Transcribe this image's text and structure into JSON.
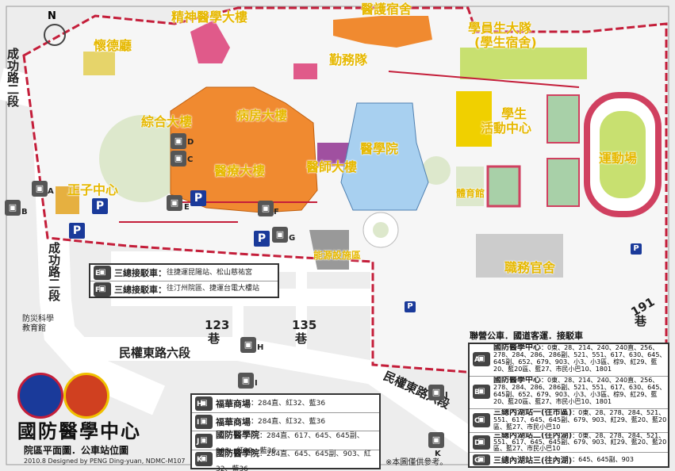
{
  "title": "國防醫學中心",
  "subtitle": "院區平面圖．公車站位圖",
  "credit": "2010.8 Designed by PENG Ding-yuan, NDMC-M107",
  "note": "※本圖僅供參考。",
  "north_label": "N",
  "buildings": {
    "psych": "精神醫學大樓",
    "dorm": "醫護宿舍",
    "cadet": "學員生大隊",
    "cadet_sub": "(學生宿舍)",
    "huaide": "懷德廳",
    "service": "勤務隊",
    "general": "綜合大樓",
    "ward": "病房大樓",
    "medical": "醫療大樓",
    "teacher": "醫師大樓",
    "school": "醫學院",
    "activity1": "學生",
    "activity2": "活動中心",
    "sports": "運動場",
    "zhengzi": "正子中心",
    "library_bld": "體育館",
    "officer": "職務官舍",
    "energy": "能源設施區"
  },
  "roads": {
    "chenggong_top": "成功路二段",
    "chenggong_bottom": "成功路二段",
    "minquan1": "民權東路六段",
    "minquan2": "民權東路六段",
    "lane123": "123",
    "lane135": "135",
    "lane_word": "巷",
    "lane191": "191",
    "lane_word2": "巷",
    "disaster": "防災科學",
    "disaster2": "教育館"
  },
  "stop_letters": [
    "A",
    "B",
    "C",
    "D",
    "E",
    "F",
    "G",
    "H",
    "I",
    "J",
    "K"
  ],
  "shuttle_panel": [
    {
      "letter": "E",
      "name": "三總接駁車：",
      "desc": "往捷運昆陽站、松山慈祐宮"
    },
    {
      "letter": "F",
      "name": "三總接駁車：",
      "desc": "往汀州院區、捷運台電大樓站"
    }
  ],
  "bottom_panel": [
    {
      "letter": "H",
      "name": "福華商場",
      "routes": "：284直、紅32、藍36"
    },
    {
      "letter": "I",
      "name": "福華商場",
      "routes": "：284直、紅32、藍36"
    },
    {
      "letter": "J",
      "name": "國防醫學院",
      "routes": "：284直、617、645、645副、903、紅32、藍36"
    },
    {
      "letter": "K",
      "name": "國防醫學院",
      "routes": "：284直、645、645副、903、紅32、藍36"
    }
  ],
  "right_panel_title": "聯營公車．國道客運．接駁車",
  "right_panel": [
    {
      "letter": "A",
      "name": "國防醫學中心",
      "routes": "：0東、28、214、240、240直、256、278、284、286、286副、521、551、617、630、645、645副、652、679、903、小3、小3區、棕9、紅29、藍20、藍20區、藍27、市民小巴10、1801"
    },
    {
      "letter": "B",
      "name": "國防醫學中心",
      "routes": "：0東、28、214、240、240直、256、278、284、286、286副、521、551、617、630、645、645副、652、679、903、小3、小3區、棕9、紅29、藍20、藍20區、藍27、市民小巴10、1801"
    },
    {
      "letter": "C",
      "name": "三總內湖站一(往市區)",
      "routes": "：0東、28、278、284、521、551、617、645、645副、679、903、紅29、藍20、藍20區、藍27、市民小巴10"
    },
    {
      "letter": "D",
      "name": "三總內湖站二(往內湖)",
      "routes": "：0東、28、278、284、521、551、617、645、645副、679、903、紅29、藍20、藍20區、藍27、市民小巴10"
    },
    {
      "letter": "G",
      "name": "三總內湖站三(往內湖)",
      "routes": "：645、645副、903"
    }
  ],
  "colors": {
    "building_orange": "#f08a30",
    "school_blue": "#a8d0f0",
    "label_yellow": "#e6b800",
    "road_red": "#c41e3a",
    "parking": "#1a3a9a",
    "green": "#c8e0a0"
  }
}
